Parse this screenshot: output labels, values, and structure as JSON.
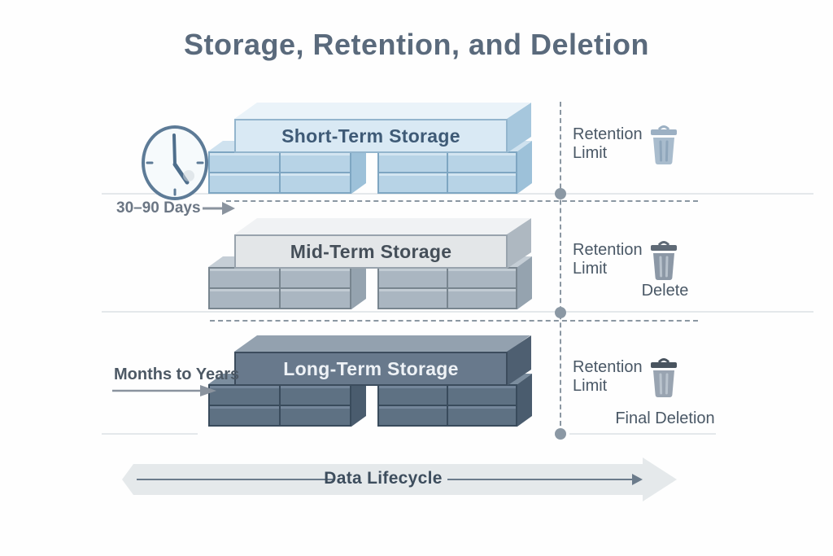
{
  "title": "Storage, Retention, and Deletion",
  "colors": {
    "titleColor": "#5a6a7c",
    "labelColor": "#4a5866",
    "dash": "#8b97a2",
    "dot": "#8b98a4",
    "faintLine": "#e4e8eb",
    "smallArrow": "#8a939e",
    "bandFill": "#e5e9eb",
    "bandLine": "#6b7b8b",
    "footerText": "#3d4d5d",
    "trans1Color": "#6b7684",
    "trans2Color": "#4d5965"
  },
  "tiers": [
    {
      "label": "Short-Term Storage",
      "retention": "Retention Limit",
      "palette": {
        "slabTop": "#eaf3f9",
        "slabFront": "#d9e9f4",
        "slabSide": "#a6c7dd",
        "slabLine": "#93b5cd",
        "slabText": "#3e5a76",
        "brickTop": "#cfe2ef",
        "brickFront": "#b7d3e6",
        "brickSide": "#9dc1d9",
        "brickLine": "#7ea6c2",
        "brickHi": "#d3e5f1",
        "trashBody": "#a9bccd",
        "trashLid": "#9cb0c3",
        "trashSlat": "#8fa6bb"
      }
    },
    {
      "label": "Mid-Term Storage",
      "retention": "Retention Limit",
      "action": "Delete",
      "palette": {
        "slabTop": "#f0f2f4",
        "slabFront": "#e3e6e8",
        "slabSide": "#aeb8c1",
        "slabLine": "#98a3ad",
        "slabText": "#454f59",
        "brickTop": "#c5ced6",
        "brickFront": "#aab6c1",
        "brickSide": "#95a3af",
        "brickLine": "#78858f",
        "brickHi": "#c2ccd4",
        "trashBody": "#8c98a6",
        "trashLid": "#5f6a76",
        "trashSlat": "#b7c1cb"
      }
    },
    {
      "label": "Long-Term Storage",
      "retention": "Retention Limit",
      "action": "Final Deletion",
      "palette": {
        "slabTop": "#93a1af",
        "slabFront": "#68798c",
        "slabSide": "#4e5f71",
        "slabLine": "#3c4c5d",
        "slabText": "#eef2f6",
        "brickTop": "#7b8d9e",
        "brickFront": "#5e7183",
        "brickSide": "#4a5c6e",
        "brickLine": "#394b5c",
        "brickHi": "#74869a",
        "trashBody": "#99a4b1",
        "trashLid": "#49545f",
        "trashSlat": "#b9c3cd"
      }
    }
  ],
  "transitions": [
    {
      "label": "30–90 Days"
    },
    {
      "label": "Months to Years"
    }
  ],
  "clock": {
    "ring": "#5d7b97",
    "face": "#f6fafc",
    "hands": "#4e6e8c"
  },
  "footer": {
    "label": "Data Lifecycle"
  }
}
